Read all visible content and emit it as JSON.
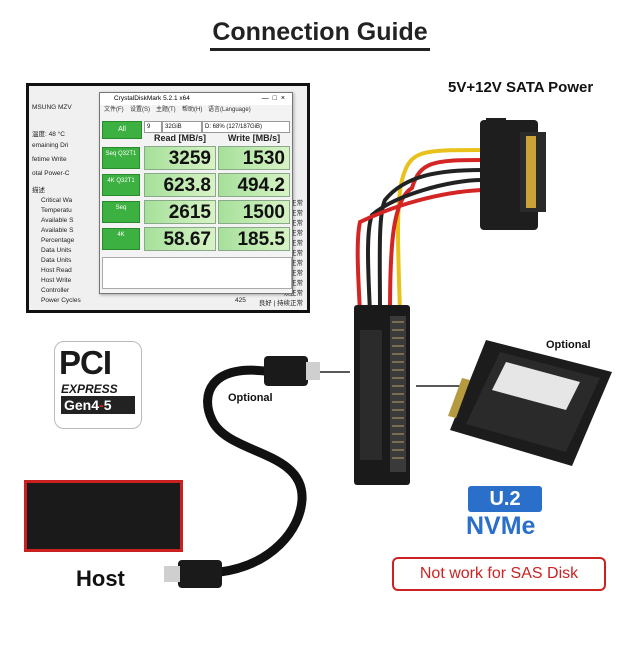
{
  "title": "Connection Guide",
  "power_label": "5V+12V SATA Power",
  "optional_top": "Optional",
  "optional_left": "Optional",
  "host_label": "Host",
  "pcie": {
    "line1": "PCI",
    "line2": "EXPRESS",
    "gen": "Gen",
    "gen_a": "4",
    "gen_sep": "-",
    "gen_b": "5"
  },
  "u2_badge": "U.2",
  "nvme_label": "NVMe",
  "warning": "Not work for SAS Disk",
  "screenshot": {
    "app_title": "CrystalDiskMark 5.2.1 x64",
    "menu": [
      "文件(F)",
      "设置(S)",
      "主题(T)",
      "帮助(H)",
      "语言(Language)"
    ],
    "all_button": "All",
    "count": "9",
    "size": "32GiB",
    "drive": "D: 68% (127/187GiB)",
    "read_header": "Read [MB/s]",
    "write_header": "Write [MB/s]",
    "rows": [
      {
        "label": "Seq Q32T1",
        "read": "3259",
        "write": "1530"
      },
      {
        "label": "4K Q32T1",
        "read": "623.8",
        "write": "494.2"
      },
      {
        "label": "Seq",
        "read": "2615",
        "write": "1500"
      },
      {
        "label": "4K",
        "read": "58.67",
        "write": "185.5"
      }
    ],
    "bg_left": [
      "MSUNG MZV",
      "温度: 48 °C",
      "emaining Dri",
      "fetime Write",
      "otal Power-C",
      "描述",
      "Critical Wa",
      "Temperatu",
      "Available S",
      "Available S",
      "Percentage",
      "Data Units",
      "Data Units",
      "Host Read",
      "Host Write",
      "Controller",
      "Power Cycles"
    ],
    "bg_right": [
      "正常",
      "正常",
      "正常",
      "续正常",
      "续正常",
      "续正常",
      "续正常",
      "续正常",
      "续正常",
      "续正常",
      "续正常"
    ],
    "bg_bottom_num": "425",
    "bg_bottom_status": "良好 | 持续正常"
  }
}
